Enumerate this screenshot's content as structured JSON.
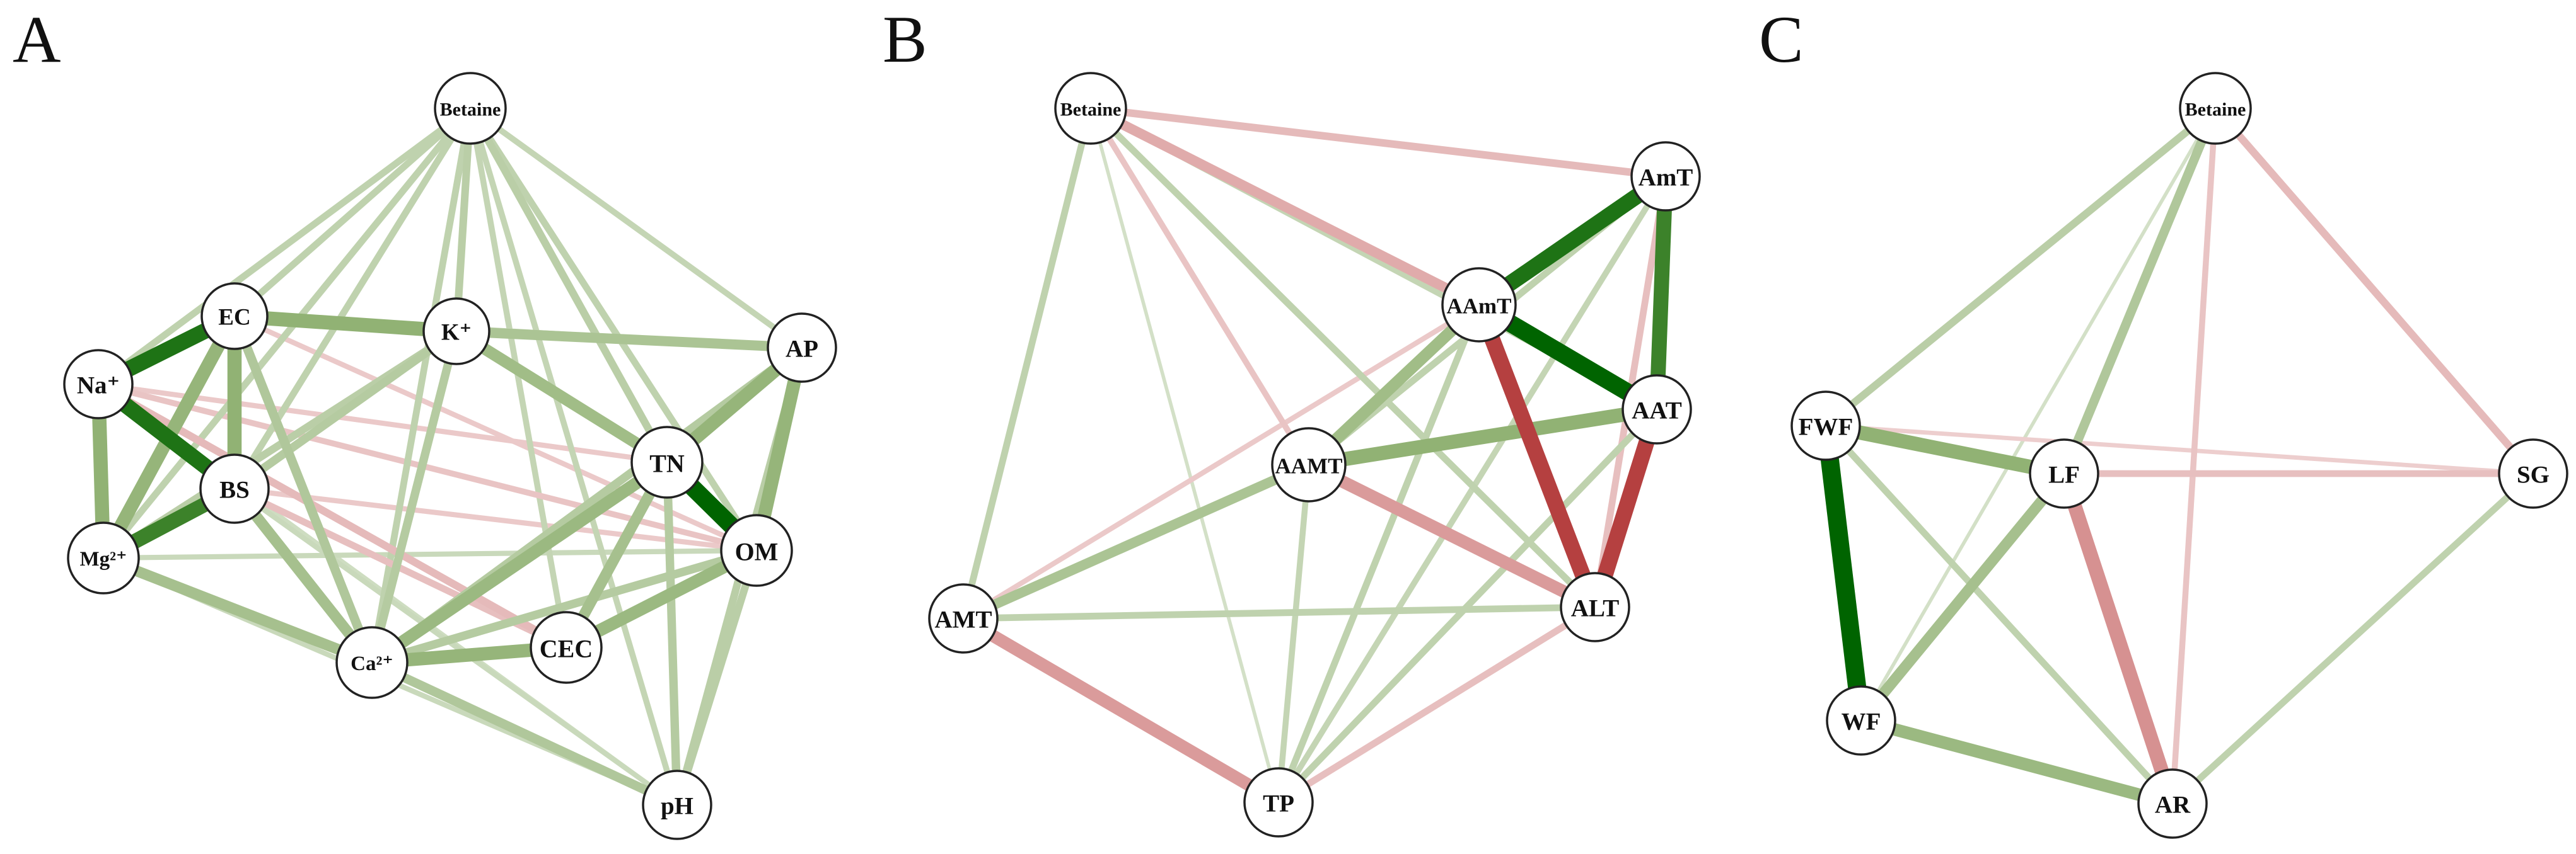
{
  "colors": {
    "positive": "#2e7d32",
    "positive_strong": "#006400",
    "negative": "#b03030",
    "background": "#ffffff",
    "node_stroke": "#222222"
  },
  "panels": [
    {
      "letter": "A",
      "nodes": [
        {
          "id": "betaine",
          "label": "Betaine"
        },
        {
          "id": "ec",
          "label": "EC"
        },
        {
          "id": "k",
          "label": "K⁺"
        },
        {
          "id": "ap",
          "label": "AP"
        },
        {
          "id": "na",
          "label": "Na⁺"
        },
        {
          "id": "tn",
          "label": "TN"
        },
        {
          "id": "bs",
          "label": "BS"
        },
        {
          "id": "om",
          "label": "OM"
        },
        {
          "id": "mg",
          "label": "Mg²⁺"
        },
        {
          "id": "cec",
          "label": "CEC"
        },
        {
          "id": "ca",
          "label": "Ca²⁺"
        },
        {
          "id": "ph",
          "label": "pH"
        }
      ],
      "edges": [
        {
          "s": "na",
          "t": "ec",
          "sign": "+",
          "strength": 0.85
        },
        {
          "s": "na",
          "t": "mg",
          "sign": "+",
          "strength": 0.75
        },
        {
          "s": "na",
          "t": "bs",
          "sign": "+",
          "strength": 0.85
        },
        {
          "s": "ec",
          "t": "bs",
          "sign": "+",
          "strength": 0.75
        },
        {
          "s": "ec",
          "t": "mg",
          "sign": "+",
          "strength": 0.7
        },
        {
          "s": "ec",
          "t": "k",
          "sign": "+",
          "strength": 0.75
        },
        {
          "s": "mg",
          "t": "bs",
          "sign": "+",
          "strength": 0.8
        },
        {
          "s": "tn",
          "t": "om",
          "sign": "+",
          "strength": 0.95
        },
        {
          "s": "ap",
          "t": "tn",
          "sign": "+",
          "strength": 0.7
        },
        {
          "s": "ap",
          "t": "om",
          "sign": "+",
          "strength": 0.7
        },
        {
          "s": "tn",
          "t": "ca",
          "sign": "+",
          "strength": 0.65
        },
        {
          "s": "ca",
          "t": "cec",
          "sign": "+",
          "strength": 0.7
        },
        {
          "s": "cec",
          "t": "om",
          "sign": "+",
          "strength": 0.65
        },
        {
          "s": "k",
          "t": "tn",
          "sign": "+",
          "strength": 0.6
        },
        {
          "s": "k",
          "t": "ap",
          "sign": "+",
          "strength": 0.5
        },
        {
          "s": "mg",
          "t": "ca",
          "sign": "+",
          "strength": 0.55
        },
        {
          "s": "bs",
          "t": "ca",
          "sign": "+",
          "strength": 0.55
        },
        {
          "s": "ec",
          "t": "ca",
          "sign": "+",
          "strength": 0.45
        },
        {
          "s": "tn",
          "t": "cec",
          "sign": "+",
          "strength": 0.55
        },
        {
          "s": "tn",
          "t": "ph",
          "sign": "+",
          "strength": 0.4
        },
        {
          "s": "ap",
          "t": "ca",
          "sign": "+",
          "strength": 0.4
        },
        {
          "s": "om",
          "t": "ph",
          "sign": "+",
          "strength": 0.35
        },
        {
          "s": "ap",
          "t": "ph",
          "sign": "+",
          "strength": 0.35
        },
        {
          "s": "ca",
          "t": "ph",
          "sign": "+",
          "strength": 0.45
        },
        {
          "s": "ca",
          "t": "om",
          "sign": "+",
          "strength": 0.4
        },
        {
          "s": "k",
          "t": "ca",
          "sign": "+",
          "strength": 0.4
        },
        {
          "s": "k",
          "t": "bs",
          "sign": "+",
          "strength": 0.4
        },
        {
          "s": "k",
          "t": "mg",
          "sign": "+",
          "strength": 0.35
        },
        {
          "s": "ec",
          "t": "ap",
          "sign": "+",
          "strength": 0.25
        },
        {
          "s": "betaine",
          "t": "ec",
          "sign": "+",
          "strength": 0.3
        },
        {
          "s": "betaine",
          "t": "na",
          "sign": "+",
          "strength": 0.3
        },
        {
          "s": "betaine",
          "t": "k",
          "sign": "+",
          "strength": 0.35
        },
        {
          "s": "betaine",
          "t": "bs",
          "sign": "+",
          "strength": 0.3
        },
        {
          "s": "betaine",
          "t": "mg",
          "sign": "+",
          "strength": 0.3
        },
        {
          "s": "betaine",
          "t": "tn",
          "sign": "+",
          "strength": 0.35
        },
        {
          "s": "betaine",
          "t": "om",
          "sign": "+",
          "strength": 0.3
        },
        {
          "s": "betaine",
          "t": "ap",
          "sign": "+",
          "strength": 0.25
        },
        {
          "s": "betaine",
          "t": "ca",
          "sign": "+",
          "strength": 0.3
        },
        {
          "s": "betaine",
          "t": "cec",
          "sign": "+",
          "strength": 0.25
        },
        {
          "s": "betaine",
          "t": "ph",
          "sign": "+",
          "strength": 0.25
        },
        {
          "s": "na",
          "t": "cec",
          "sign": "-",
          "strength": 0.35
        },
        {
          "s": "bs",
          "t": "cec",
          "sign": "-",
          "strength": 0.3
        },
        {
          "s": "na",
          "t": "om",
          "sign": "-",
          "strength": 0.25
        },
        {
          "s": "na",
          "t": "tn",
          "sign": "-",
          "strength": 0.2
        },
        {
          "s": "ec",
          "t": "om",
          "sign": "-",
          "strength": 0.2
        },
        {
          "s": "bs",
          "t": "om",
          "sign": "-",
          "strength": 0.2
        },
        {
          "s": "mg",
          "t": "ph",
          "sign": "+",
          "strength": 0.2
        },
        {
          "s": "na",
          "t": "ph",
          "sign": "+",
          "strength": 0.15
        },
        {
          "s": "bs",
          "t": "ph",
          "sign": "+",
          "strength": 0.2
        },
        {
          "s": "mg",
          "t": "om",
          "sign": "+",
          "strength": 0.2
        }
      ]
    },
    {
      "letter": "B",
      "nodes": [
        {
          "id": "betaine",
          "label": "Betaine"
        },
        {
          "id": "amt_upper",
          "label": "AmT"
        },
        {
          "id": "aamt_upper",
          "label": "AAmT"
        },
        {
          "id": "aat",
          "label": "AAT"
        },
        {
          "id": "aamt",
          "label": "AAMT"
        },
        {
          "id": "amt",
          "label": "AMT"
        },
        {
          "id": "alt",
          "label": "ALT"
        },
        {
          "id": "tp",
          "label": "TP"
        }
      ],
      "edges": [
        {
          "s": "aamt_upper",
          "t": "amt_upper",
          "sign": "+",
          "strength": 0.85
        },
        {
          "s": "aamt_upper",
          "t": "aat",
          "sign": "+",
          "strength": 0.95
        },
        {
          "s": "amt_upper",
          "t": "aat",
          "sign": "+",
          "strength": 0.8
        },
        {
          "s": "aamt",
          "t": "aat",
          "sign": "+",
          "strength": 0.75
        },
        {
          "s": "aamt",
          "t": "aamt_upper",
          "sign": "+",
          "strength": 0.6
        },
        {
          "s": "amt",
          "t": "aamt",
          "sign": "+",
          "strength": 0.5
        },
        {
          "s": "aamt_upper",
          "t": "alt",
          "sign": "-",
          "strength": 0.85
        },
        {
          "s": "aat",
          "t": "alt",
          "sign": "-",
          "strength": 0.85
        },
        {
          "s": "aamt",
          "t": "alt",
          "sign": "-",
          "strength": 0.65
        },
        {
          "s": "amt",
          "t": "tp",
          "sign": "-",
          "strength": 0.65
        },
        {
          "s": "betaine",
          "t": "aamt_upper",
          "sign": "-",
          "strength": 0.5
        },
        {
          "s": "betaine",
          "t": "amt_upper",
          "sign": "-",
          "strength": 0.35
        },
        {
          "s": "betaine",
          "t": "aamt",
          "sign": "-",
          "strength": 0.25
        },
        {
          "s": "amt_upper",
          "t": "alt",
          "sign": "-",
          "strength": 0.3
        },
        {
          "s": "amt",
          "t": "aamt_upper",
          "sign": "-",
          "strength": 0.2
        },
        {
          "s": "alt",
          "t": "tp",
          "sign": "-",
          "strength": 0.3
        },
        {
          "s": "betaine",
          "t": "amt",
          "sign": "+",
          "strength": 0.3
        },
        {
          "s": "betaine",
          "t": "alt",
          "sign": "+",
          "strength": 0.3
        },
        {
          "s": "betaine",
          "t": "aat",
          "sign": "+",
          "strength": 0.25
        },
        {
          "s": "betaine",
          "t": "tp",
          "sign": "+",
          "strength": 0.1
        },
        {
          "s": "amt",
          "t": "alt",
          "sign": "+",
          "strength": 0.3
        },
        {
          "s": "aamt",
          "t": "tp",
          "sign": "+",
          "strength": 0.25
        },
        {
          "s": "aamt_upper",
          "t": "tp",
          "sign": "+",
          "strength": 0.3
        },
        {
          "s": "amt_upper",
          "t": "tp",
          "sign": "+",
          "strength": 0.25
        },
        {
          "s": "aat",
          "t": "tp",
          "sign": "+",
          "strength": 0.3
        },
        {
          "s": "amt_upper",
          "t": "aamt",
          "sign": "+",
          "strength": 0.3
        }
      ]
    },
    {
      "letter": "C",
      "nodes": [
        {
          "id": "betaine",
          "label": "Betaine"
        },
        {
          "id": "fwf",
          "label": "FWF"
        },
        {
          "id": "lf",
          "label": "LF"
        },
        {
          "id": "sg",
          "label": "SG"
        },
        {
          "id": "wf",
          "label": "WF"
        },
        {
          "id": "ar",
          "label": "AR"
        }
      ],
      "edges": [
        {
          "s": "fwf",
          "t": "wf",
          "sign": "+",
          "strength": 1.0
        },
        {
          "s": "fwf",
          "t": "lf",
          "sign": "+",
          "strength": 0.75
        },
        {
          "s": "wf",
          "t": "ar",
          "sign": "+",
          "strength": 0.65
        },
        {
          "s": "lf",
          "t": "wf",
          "sign": "+",
          "strength": 0.55
        },
        {
          "s": "betaine",
          "t": "lf",
          "sign": "+",
          "strength": 0.45
        },
        {
          "s": "betaine",
          "t": "fwf",
          "sign": "+",
          "strength": 0.35
        },
        {
          "s": "lf",
          "t": "ar",
          "sign": "-",
          "strength": 0.75
        },
        {
          "s": "betaine",
          "t": "sg",
          "sign": "-",
          "strength": 0.35
        },
        {
          "s": "betaine",
          "t": "ar",
          "sign": "-",
          "strength": 0.25
        },
        {
          "s": "lf",
          "t": "sg",
          "sign": "-",
          "strength": 0.3
        },
        {
          "s": "fwf",
          "t": "sg",
          "sign": "-",
          "strength": 0.15
        },
        {
          "s": "fwf",
          "t": "ar",
          "sign": "+",
          "strength": 0.3
        },
        {
          "s": "sg",
          "t": "ar",
          "sign": "+",
          "strength": 0.3
        },
        {
          "s": "betaine",
          "t": "wf",
          "sign": "+",
          "strength": 0.1
        }
      ]
    }
  ]
}
